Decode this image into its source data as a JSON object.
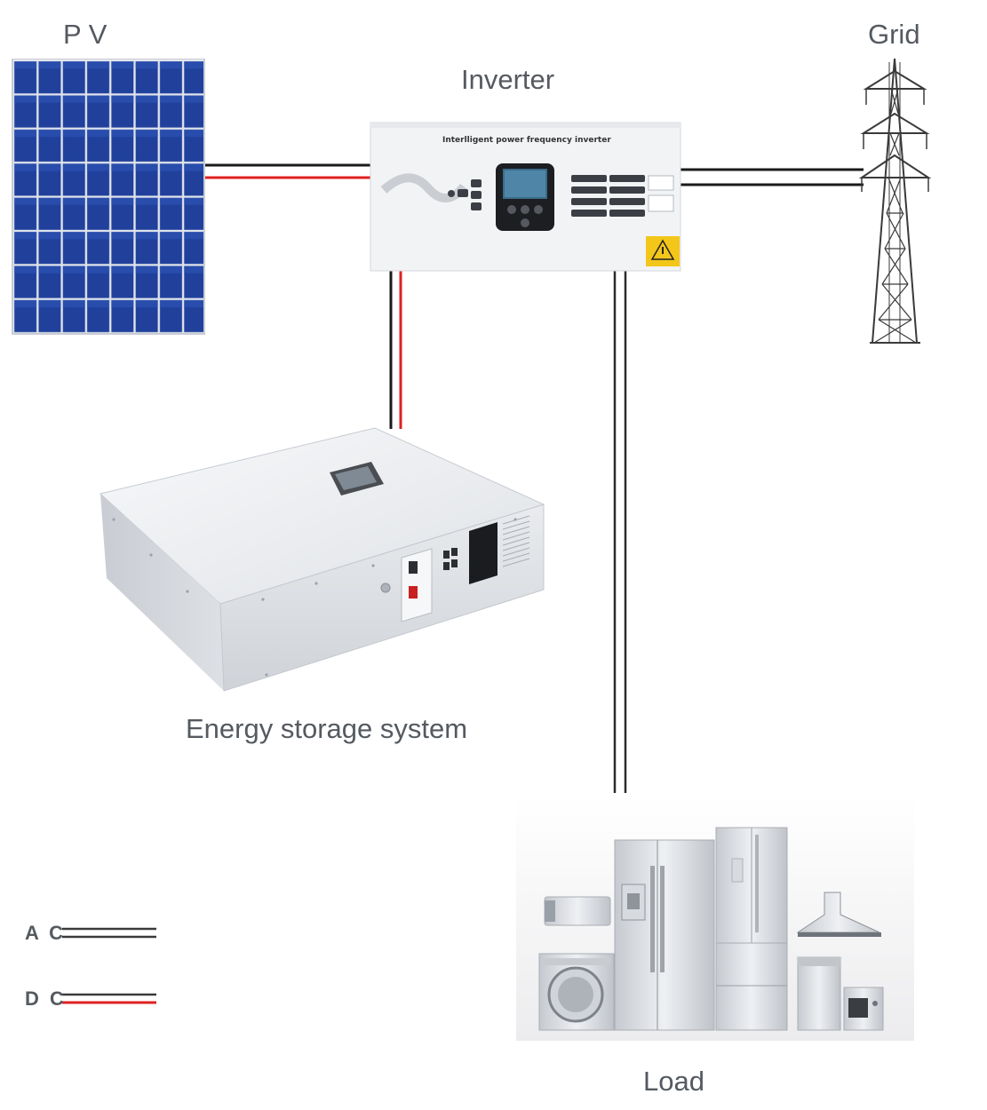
{
  "labels": {
    "pv": "P V",
    "grid": "Grid",
    "inverter": "Inverter",
    "storage": "Energy storage system",
    "load": "Load"
  },
  "inverter_text": "Interlligent power frequency inverter",
  "legend": {
    "ac": "A C",
    "dc": "D C"
  },
  "colors": {
    "label": "#555a60",
    "wire_dark": "#1a1a1a",
    "wire_red": "#e02020",
    "ac_line": "#3a3a3a",
    "dc_line": "#e02020",
    "panel_cell": "#1f3f9a",
    "panel_frame": "#c8ccd4"
  },
  "icons": [
    "solar-panel-icon",
    "inverter-icon",
    "transmission-tower-icon",
    "battery-cabinet-icon",
    "appliances-icon"
  ]
}
